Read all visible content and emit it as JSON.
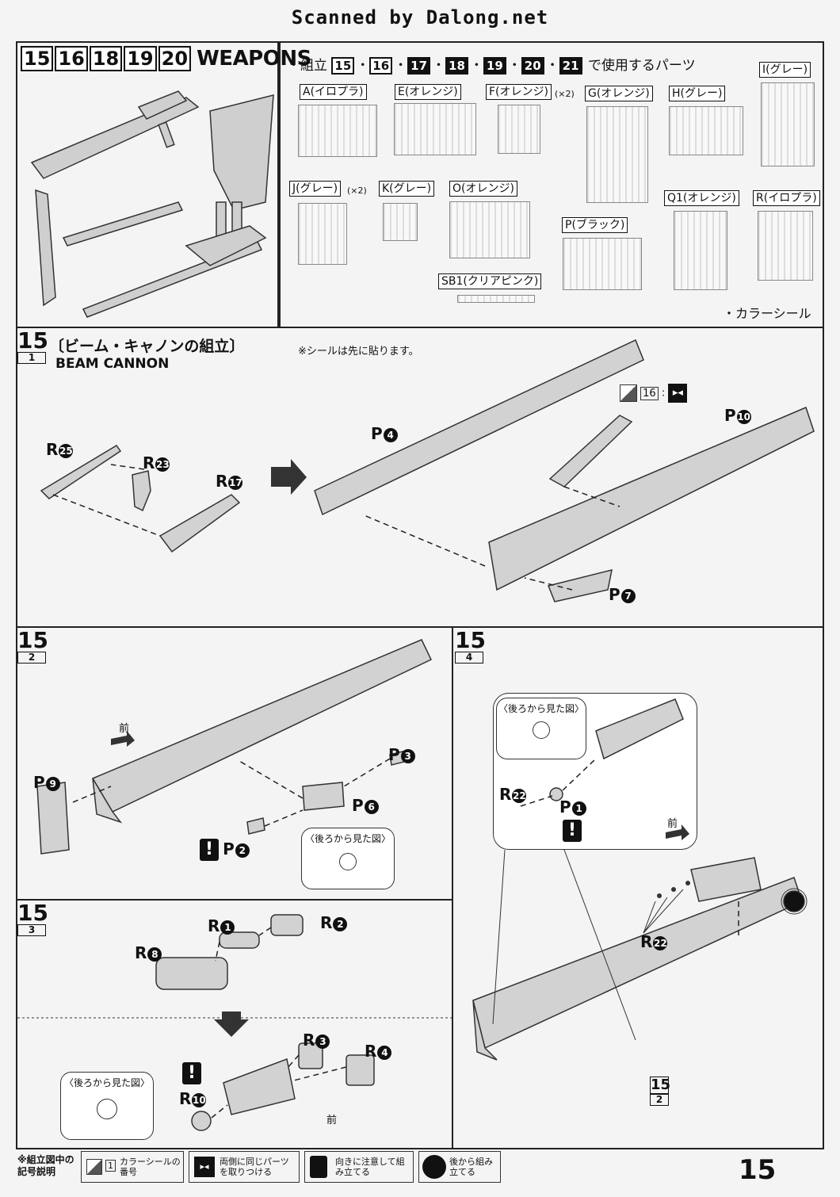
{
  "header": {
    "scanned": "Scanned by Dalong.net"
  },
  "weapons": {
    "steps": [
      "15",
      "16",
      "18",
      "19",
      "20"
    ],
    "title": "WEAPONS"
  },
  "parts": {
    "intro_prefix": "・組立",
    "intro_steps": [
      "15",
      "16",
      "17",
      "18",
      "19",
      "20",
      "21"
    ],
    "intro_suffix": "で使用するパーツ",
    "sprues": [
      {
        "label": "A(イロプラ)",
        "qty": ""
      },
      {
        "label": "E(オレンジ)",
        "qty": ""
      },
      {
        "label": "F(オレンジ)",
        "qty": "(×2)"
      },
      {
        "label": "G(オレンジ)",
        "qty": ""
      },
      {
        "label": "H(グレー)",
        "qty": ""
      },
      {
        "label": "I(グレー)",
        "qty": ""
      },
      {
        "label": "J(グレー)",
        "qty": "(×2)"
      },
      {
        "label": "K(グレー)",
        "qty": ""
      },
      {
        "label": "O(オレンジ)",
        "qty": ""
      },
      {
        "label": "P(ブラック)",
        "qty": ""
      },
      {
        "label": "Q1(オレンジ)",
        "qty": ""
      },
      {
        "label": "R(イロプラ)",
        "qty": ""
      },
      {
        "label": "SB1(クリアピンク)",
        "qty": ""
      }
    ],
    "sticker": "・カラーシール"
  },
  "step15_1": {
    "num": "15",
    "sub": "1",
    "title_jp": "〔ビーム・キャノンの組立〕",
    "title_en": "BEAM CANNON",
    "note": "※シールは先に貼ります。",
    "sticker_ref": "16",
    "parts": [
      "R25",
      "R23",
      "R17",
      "P4",
      "P10",
      "P7"
    ]
  },
  "step15_2": {
    "num": "15",
    "sub": "2",
    "front": "前",
    "parts": [
      "P9",
      "P3",
      "P6",
      "P2"
    ],
    "rear_view": "〈後ろから見た図〉"
  },
  "step15_3": {
    "num": "15",
    "sub": "3",
    "front": "前",
    "parts": [
      "R1",
      "R2",
      "R8",
      "R3",
      "R4",
      "R10"
    ],
    "rear_view": "〈後ろから見た図〉"
  },
  "step15_4": {
    "num": "15",
    "sub": "4",
    "front": "前",
    "parts": [
      "R22",
      "P1",
      "R22"
    ],
    "rear_view": "〈後ろから見た図〉",
    "ref_num": "15",
    "ref_sub": "2"
  },
  "legend": {
    "title": "※組立図中の記号説明",
    "items": [
      {
        "num": "1",
        "text": "カラーシールの番号"
      },
      {
        "text": "両側に同じパーツを取りつける"
      },
      {
        "text": "向きに注意して組み立てる"
      },
      {
        "text": "後から組み立てる"
      }
    ]
  },
  "page_number": "15"
}
